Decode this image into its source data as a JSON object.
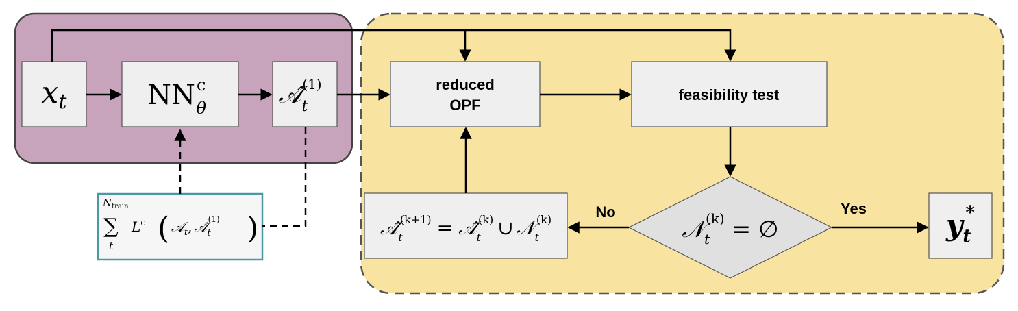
{
  "colors": {
    "nn_region": "#c8a4bc",
    "opt_region": "#f8e3a0",
    "box_fill": "#efefef",
    "loss_border": "#4a9aa4",
    "stroke": "#000000",
    "dashed_region_border": "#555555"
  },
  "nodes": {
    "input": {
      "var": "x",
      "sub": "t"
    },
    "nn": {
      "base": "NN",
      "sup": "c",
      "sub": "θ"
    },
    "pred": {
      "var": "𝒜̂",
      "sub": "t",
      "sup": "(1)"
    },
    "reduced_opf": {
      "line1": "reduced",
      "line2": "OPF"
    },
    "feasibility": {
      "label": "feasibility test"
    },
    "condition": {
      "var": "𝒩",
      "sub": "t",
      "sup": "(k)",
      "rest": "= ∅"
    },
    "update": {
      "lhs_sup": "(k+1)",
      "mid": "=",
      "rhs_sup": "(k)",
      "union": "∪",
      "n_sup": "(k)",
      "sub": "t",
      "a_hat": "𝒜̂",
      "n_var": "𝒩"
    },
    "output": {
      "var": "y",
      "sub": "t",
      "sup": "*"
    },
    "loss": {
      "sum": "∑",
      "sum_top": "N",
      "sum_top_sub": "train",
      "sum_bottom": "t",
      "fn": "L",
      "fn_sup": "c",
      "a": "𝒜",
      "a_sub": "t",
      "a_hat": "𝒜̂",
      "ahat_sub": "t",
      "ahat_sup": "(1)",
      "comma": ",",
      "lparen": "(",
      "rparen": ")"
    }
  },
  "edges": {
    "no_label": "No",
    "yes_label": "Yes"
  }
}
